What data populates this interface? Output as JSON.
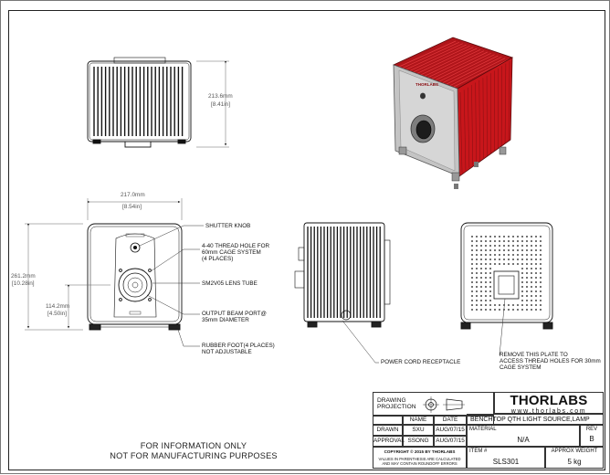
{
  "views": {
    "top": {
      "height_mm": "213.6mm",
      "height_in": "[8.41in]"
    },
    "front": {
      "width_mm": "217.0mm",
      "width_in": "[8.54in]",
      "height_mm": "261.2mm",
      "height_in": "[10.28in]",
      "axis_mm": "114.2mm",
      "axis_in": "[4.50in]"
    }
  },
  "callouts": {
    "shutter": "SHUTTER KNOB",
    "thread_holes": "4-40 THREAD HOLE FOR\n60mm CAGE SYSTEM\n(4 PLACES)",
    "lens_tube": "SM2V05 LENS TUBE",
    "output_port": "OUTPUT BEAM PORT@\n35mm DIAMETER",
    "rubber_foot": "RUBBER FOOT(4 PLACES)\nNOT ADJUSTABLE",
    "power_cord": "POWER CORD RECEPTACLE",
    "remove_plate": "REMOVE THIS PLATE TO\nACCESS THREAD HOLES FOR 30mm\nCAGE SYSTEM"
  },
  "footer": {
    "line1": "FOR INFORMATION ONLY",
    "line2": "NOT FOR MANUFACTURING PURPOSES"
  },
  "title_block": {
    "drawing_projection": "DRAWING\nPROJECTION",
    "name_header": "NAME",
    "date_header": "DATE",
    "drawn_label": "DRAWN",
    "drawn_name": "SXU",
    "drawn_date": "AUG/07/15",
    "approval_label": "APPROVAL",
    "approval_name": "SSONG",
    "approval_date": "AUG/07/15",
    "copyright": "COPYRIGHT © 2015 BY THORLABS",
    "values_note": "VALUES IN PARENTHESIS ARE CALCULATED\nAND MAY CONTAIN ROUNDOFF ERRORS",
    "brand": "THORLABS",
    "url": "www.thorlabs.com",
    "title": "BENCHTOP QTH LIGHT SOURCE,LAMP",
    "material_label": "MATERIAL",
    "material_value": "N/A",
    "rev_label": "REV",
    "rev_value": "B",
    "item_label": "ITEM #",
    "item_value": "SLS301",
    "weight_label": "APPROX WEIGHT",
    "weight_value": "5 kg"
  },
  "product_image": {
    "label_text": "THORLABS",
    "body_color": "#c8161b",
    "panel_color": "#bdbdbd"
  }
}
